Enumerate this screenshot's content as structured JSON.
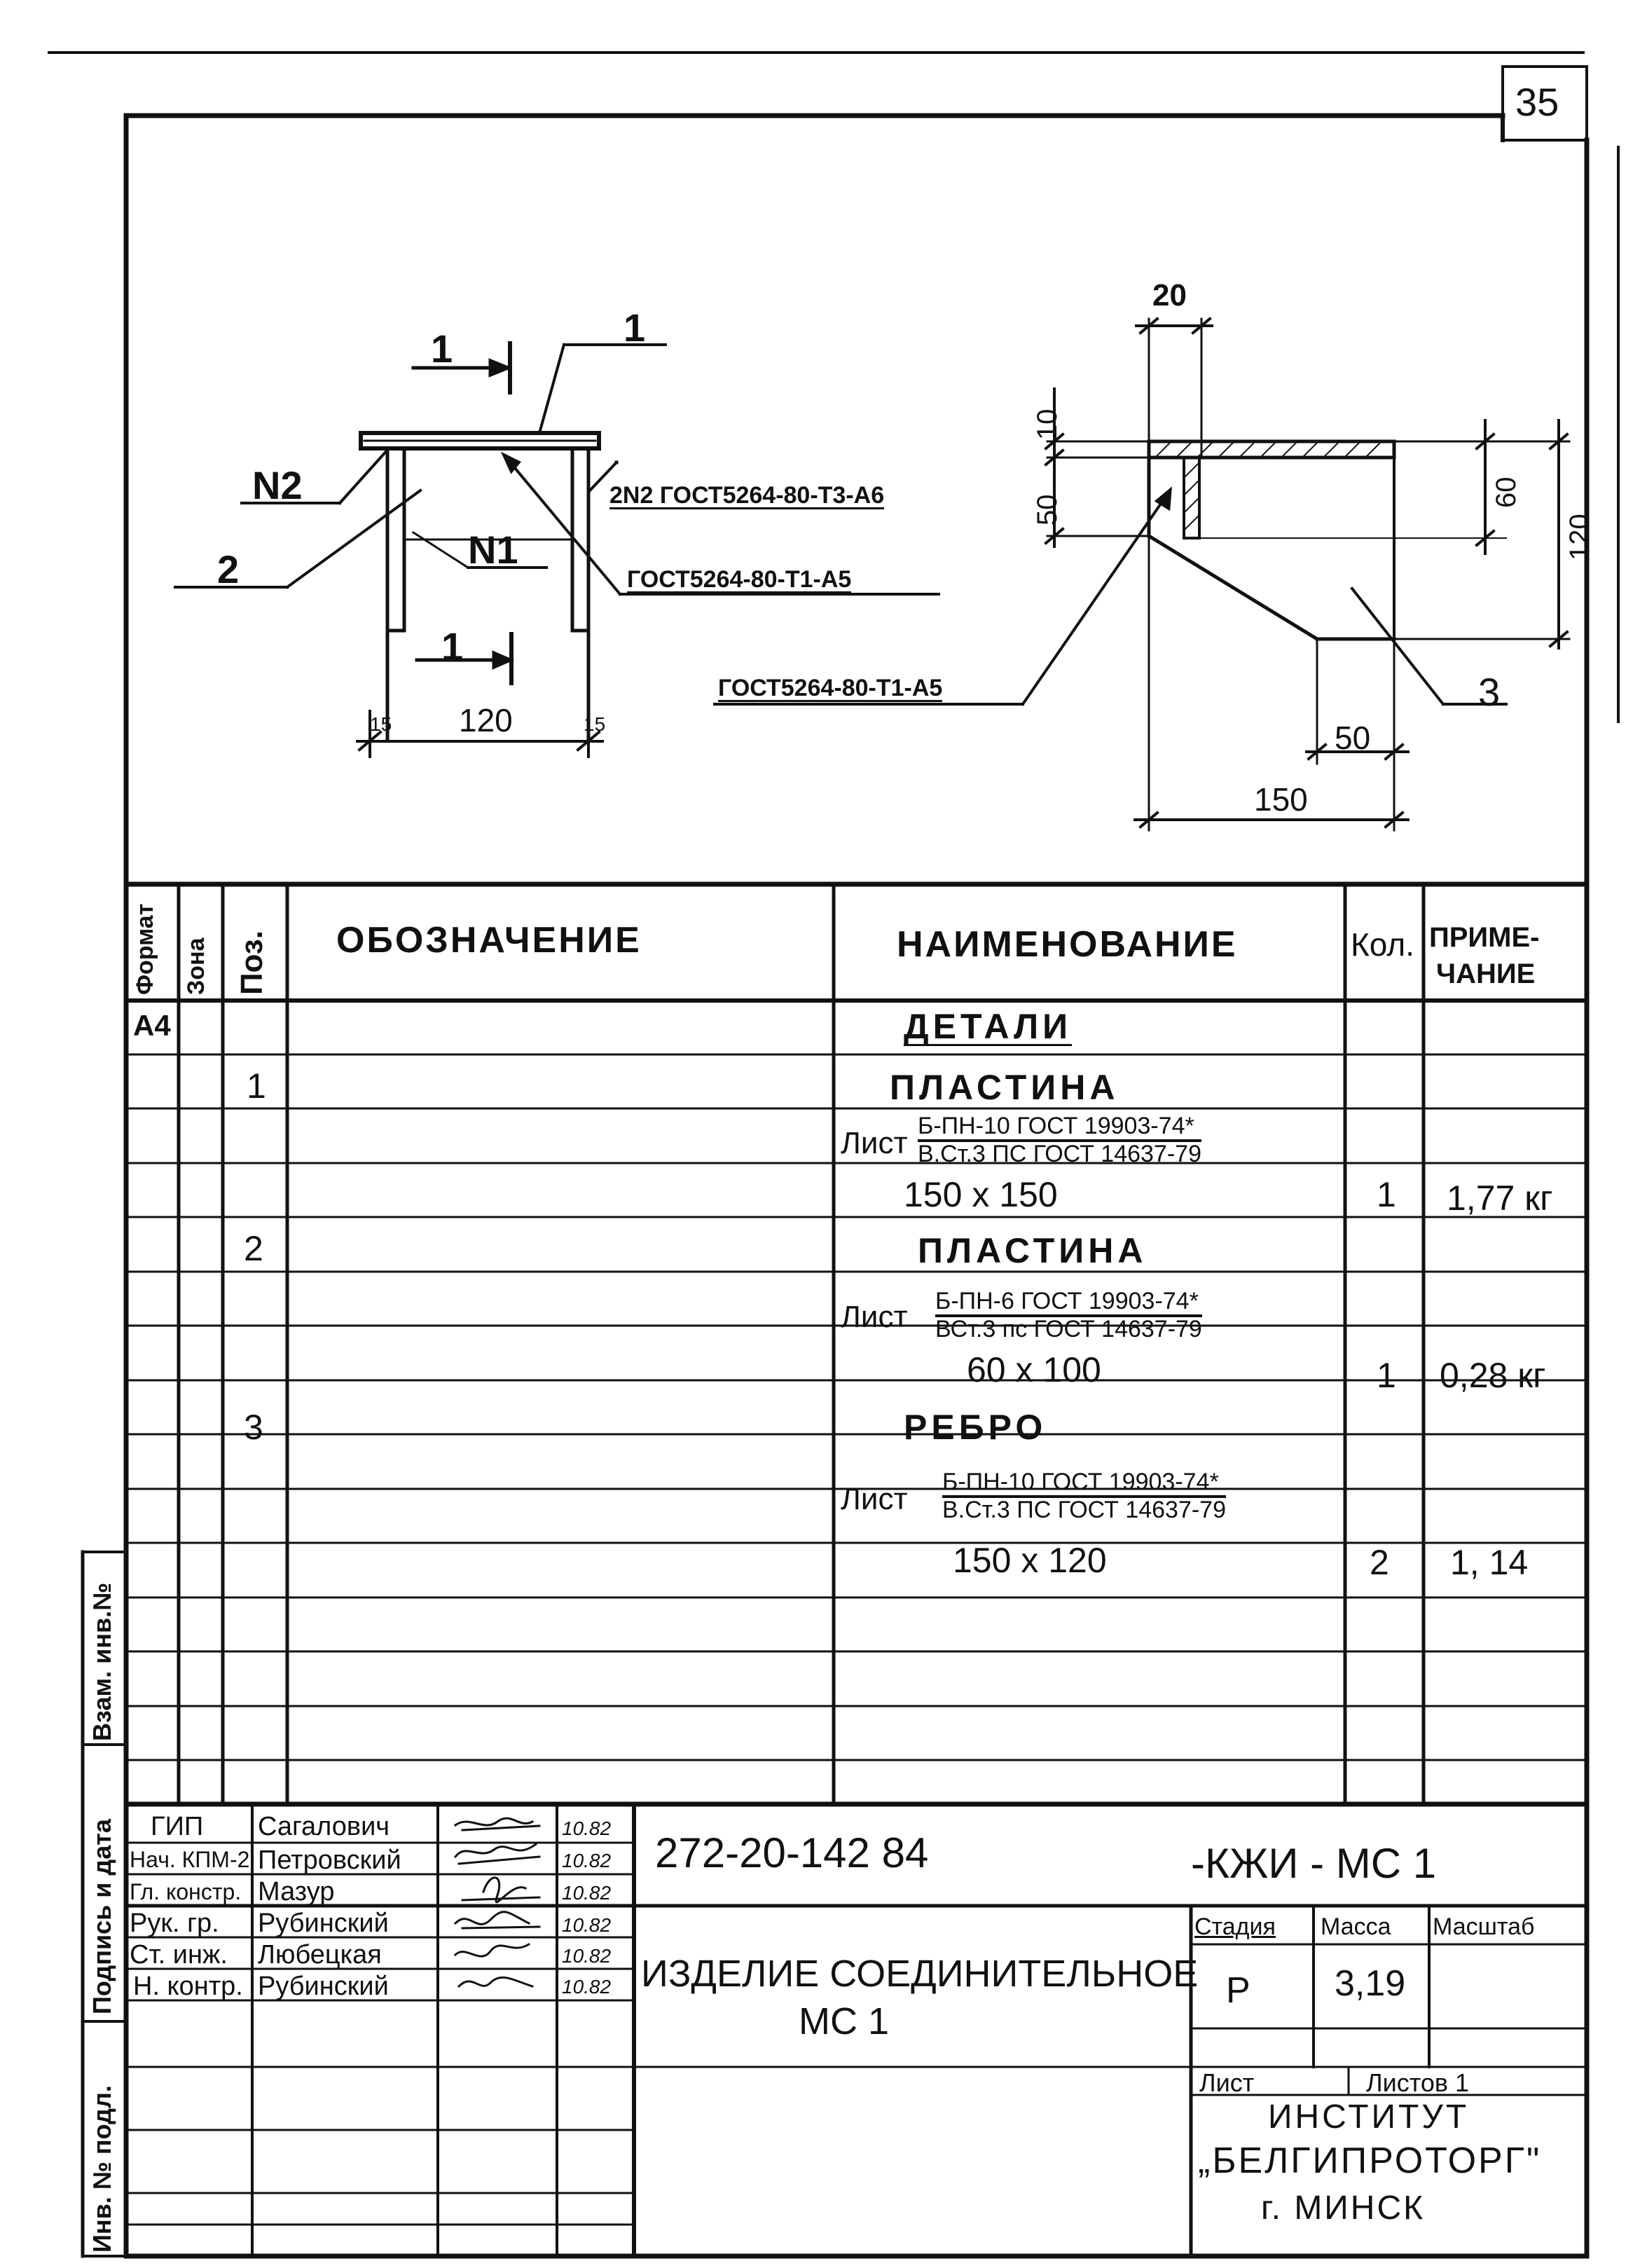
{
  "sheet_number": "35",
  "drawing": {
    "left": {
      "pos1": "1",
      "pos2": "2",
      "section1_top": "1",
      "section1_bottom": "1",
      "n1": "N1",
      "n2": "N2",
      "weld_top": "2N2 ГОСТ5264-80-Т3-А6",
      "weld_mid": "ГОСТ5264-80-Т1-А5",
      "dim_120": "120",
      "dim_small_left": "15",
      "dim_small_right": "15"
    },
    "right": {
      "dim_20": "20",
      "dim_10": "10",
      "dim_50_v": "50",
      "dim_60": "60",
      "dim_120": "120",
      "weld": "ГОСТ5264-80-Т1-А5",
      "pos3": "3",
      "dim_50_h": "50",
      "dim_150": "150"
    }
  },
  "spec": {
    "headers": {
      "format": "Формат",
      "zone": "Зона",
      "pos": "Поз.",
      "designation": "ОБОЗНАЧЕНИЕ",
      "name": "НАИМЕНОВАНИЕ",
      "qty": "Кол.",
      "note_1": "ПРИМЕ-",
      "note_2": "ЧАНИЕ"
    },
    "format_value": "А4",
    "section_title": "ДЕТАЛИ",
    "rows": [
      {
        "pos": "1",
        "name": "ПЛАСТИНА"
      },
      {
        "sheet_label": "Лист",
        "top": "Б-ПН-10 ГОСТ 19903-74*",
        "bottom": "В.Ст.3 ПС ГОСТ 14637-79"
      },
      {
        "name": "150 х 150",
        "qty": "1",
        "note": "1,77 кг"
      },
      {
        "pos": "2",
        "name": "ПЛАСТИНА"
      },
      {
        "sheet_label": "Лист",
        "top": "Б-ПН-6 ГОСТ 19903-74*",
        "bottom": "ВСт.3 пс ГОСТ 14637-79"
      },
      {
        "name": "60 х 100",
        "qty": "1",
        "note": "0,28 кг"
      },
      {
        "pos": "3",
        "name": "РЕБРО"
      },
      {
        "sheet_label": "Лист",
        "top": "Б-ПН-10 ГОСТ 19903-74*",
        "bottom": "В.Ст.3 ПС ГОСТ 14637-79"
      },
      {
        "name": "150 х 120",
        "qty": "2",
        "note": "1, 14"
      }
    ]
  },
  "side_labels": {
    "inv_ref": "Взам. инв.№",
    "sign_date": "Подпись и дата",
    "inv_orig": "Инв. № подл."
  },
  "title_block": {
    "people": [
      {
        "role": "ГИП",
        "name": "Сагалович",
        "date": "10.82"
      },
      {
        "role": "Нач. КПМ-2",
        "name": "Петровский",
        "date": "10.82"
      },
      {
        "role": "Гл. констр.",
        "name": "Мазур",
        "date": "10.82"
      },
      {
        "role": "Рук. гр.",
        "name": "Рубинский",
        "date": "10.82"
      },
      {
        "role": "Ст. инж.",
        "name": "Любецкая",
        "date": "10.82"
      },
      {
        "role": "Н. контр.",
        "name": "Рубинский",
        "date": "10.82"
      }
    ],
    "doc_number": "272-20-142 84",
    "doc_code": "-КЖИ - МС 1",
    "title_1": "ИЗДЕЛИЕ СОЕДИНИТЕЛЬНОЕ",
    "title_2": "МС 1",
    "stage_label": "Стадия",
    "mass_label": "Масса",
    "scale_label": "Масштаб",
    "stage_value": "Р",
    "mass_value": "3,19",
    "sheet_label": "Лист",
    "sheets_label": "Листов 1",
    "org_1": "ИНСТИТУТ",
    "org_2": "„БЕЛГИПРОТОРГ\"",
    "org_3": "г. МИНСК"
  }
}
